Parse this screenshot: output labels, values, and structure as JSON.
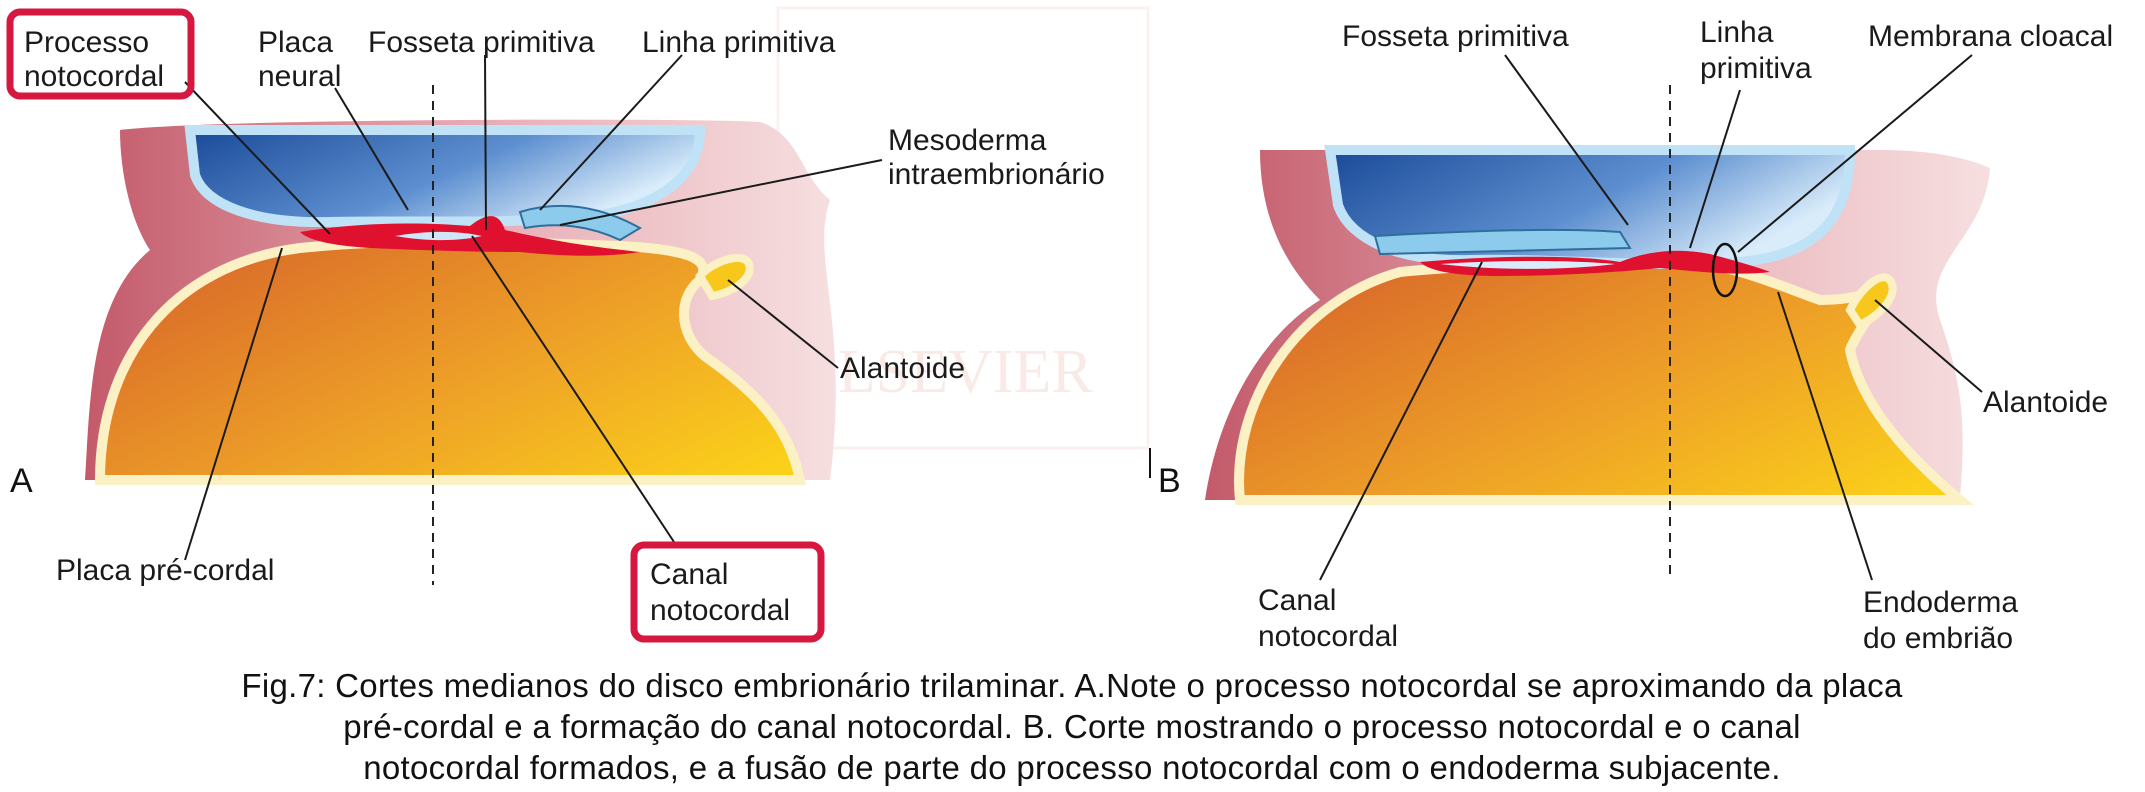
{
  "panels": {
    "a": {
      "letter": "A",
      "labels": {
        "processo_notocordal": [
          "Processo",
          "notocordal"
        ],
        "placa_neural": [
          "Placa",
          "neural"
        ],
        "fosseta_primitiva": "Fosseta primitiva",
        "linha_primitiva": "Linha primitiva",
        "mesoderma": [
          "Mesoderma",
          "intraembrionário"
        ],
        "alantoide": "Alantoide",
        "placa_pre_cordal": "Placa pré-cordal",
        "canal_notocordal": [
          "Canal",
          "notocordal"
        ]
      }
    },
    "b": {
      "letter": "B",
      "labels": {
        "fosseta_primitiva": "Fosseta primitiva",
        "linha_primitiva": [
          "Linha",
          "primitiva"
        ],
        "membrana_cloacal": "Membrana cloacal",
        "alantoide": "Alantoide",
        "canal_notocordal": [
          "Canal",
          "notocordal"
        ],
        "endoderma": [
          "Endoderma",
          "do embrião"
        ]
      }
    }
  },
  "watermark": "ELSEVIER",
  "caption": [
    "Fig.7: Cortes medianos do disco embrionário trilaminar. A.Note o processo notocordal se aproximando da placa",
    "pré-cordal e a formação do canal notocordal. B. Corte mostrando o processo notocordal e o canal",
    "notocordal formados, e a fusão de parte do processo notocordal com o endoderma subjacente."
  ],
  "colors": {
    "highlight": "#d6173f",
    "notochord_red": "#e0102f",
    "amnion_blue_dark": "#1c4f9e",
    "amnion_blue_light": "#cfe6f8",
    "yolk_orange": "#e0792b",
    "yolk_yellow": "#f7c51a",
    "wall_pink": "#e9b9bd",
    "endoderm_cream": "#fbf1c4",
    "ectoderm_blue": "#8ccbeb"
  }
}
